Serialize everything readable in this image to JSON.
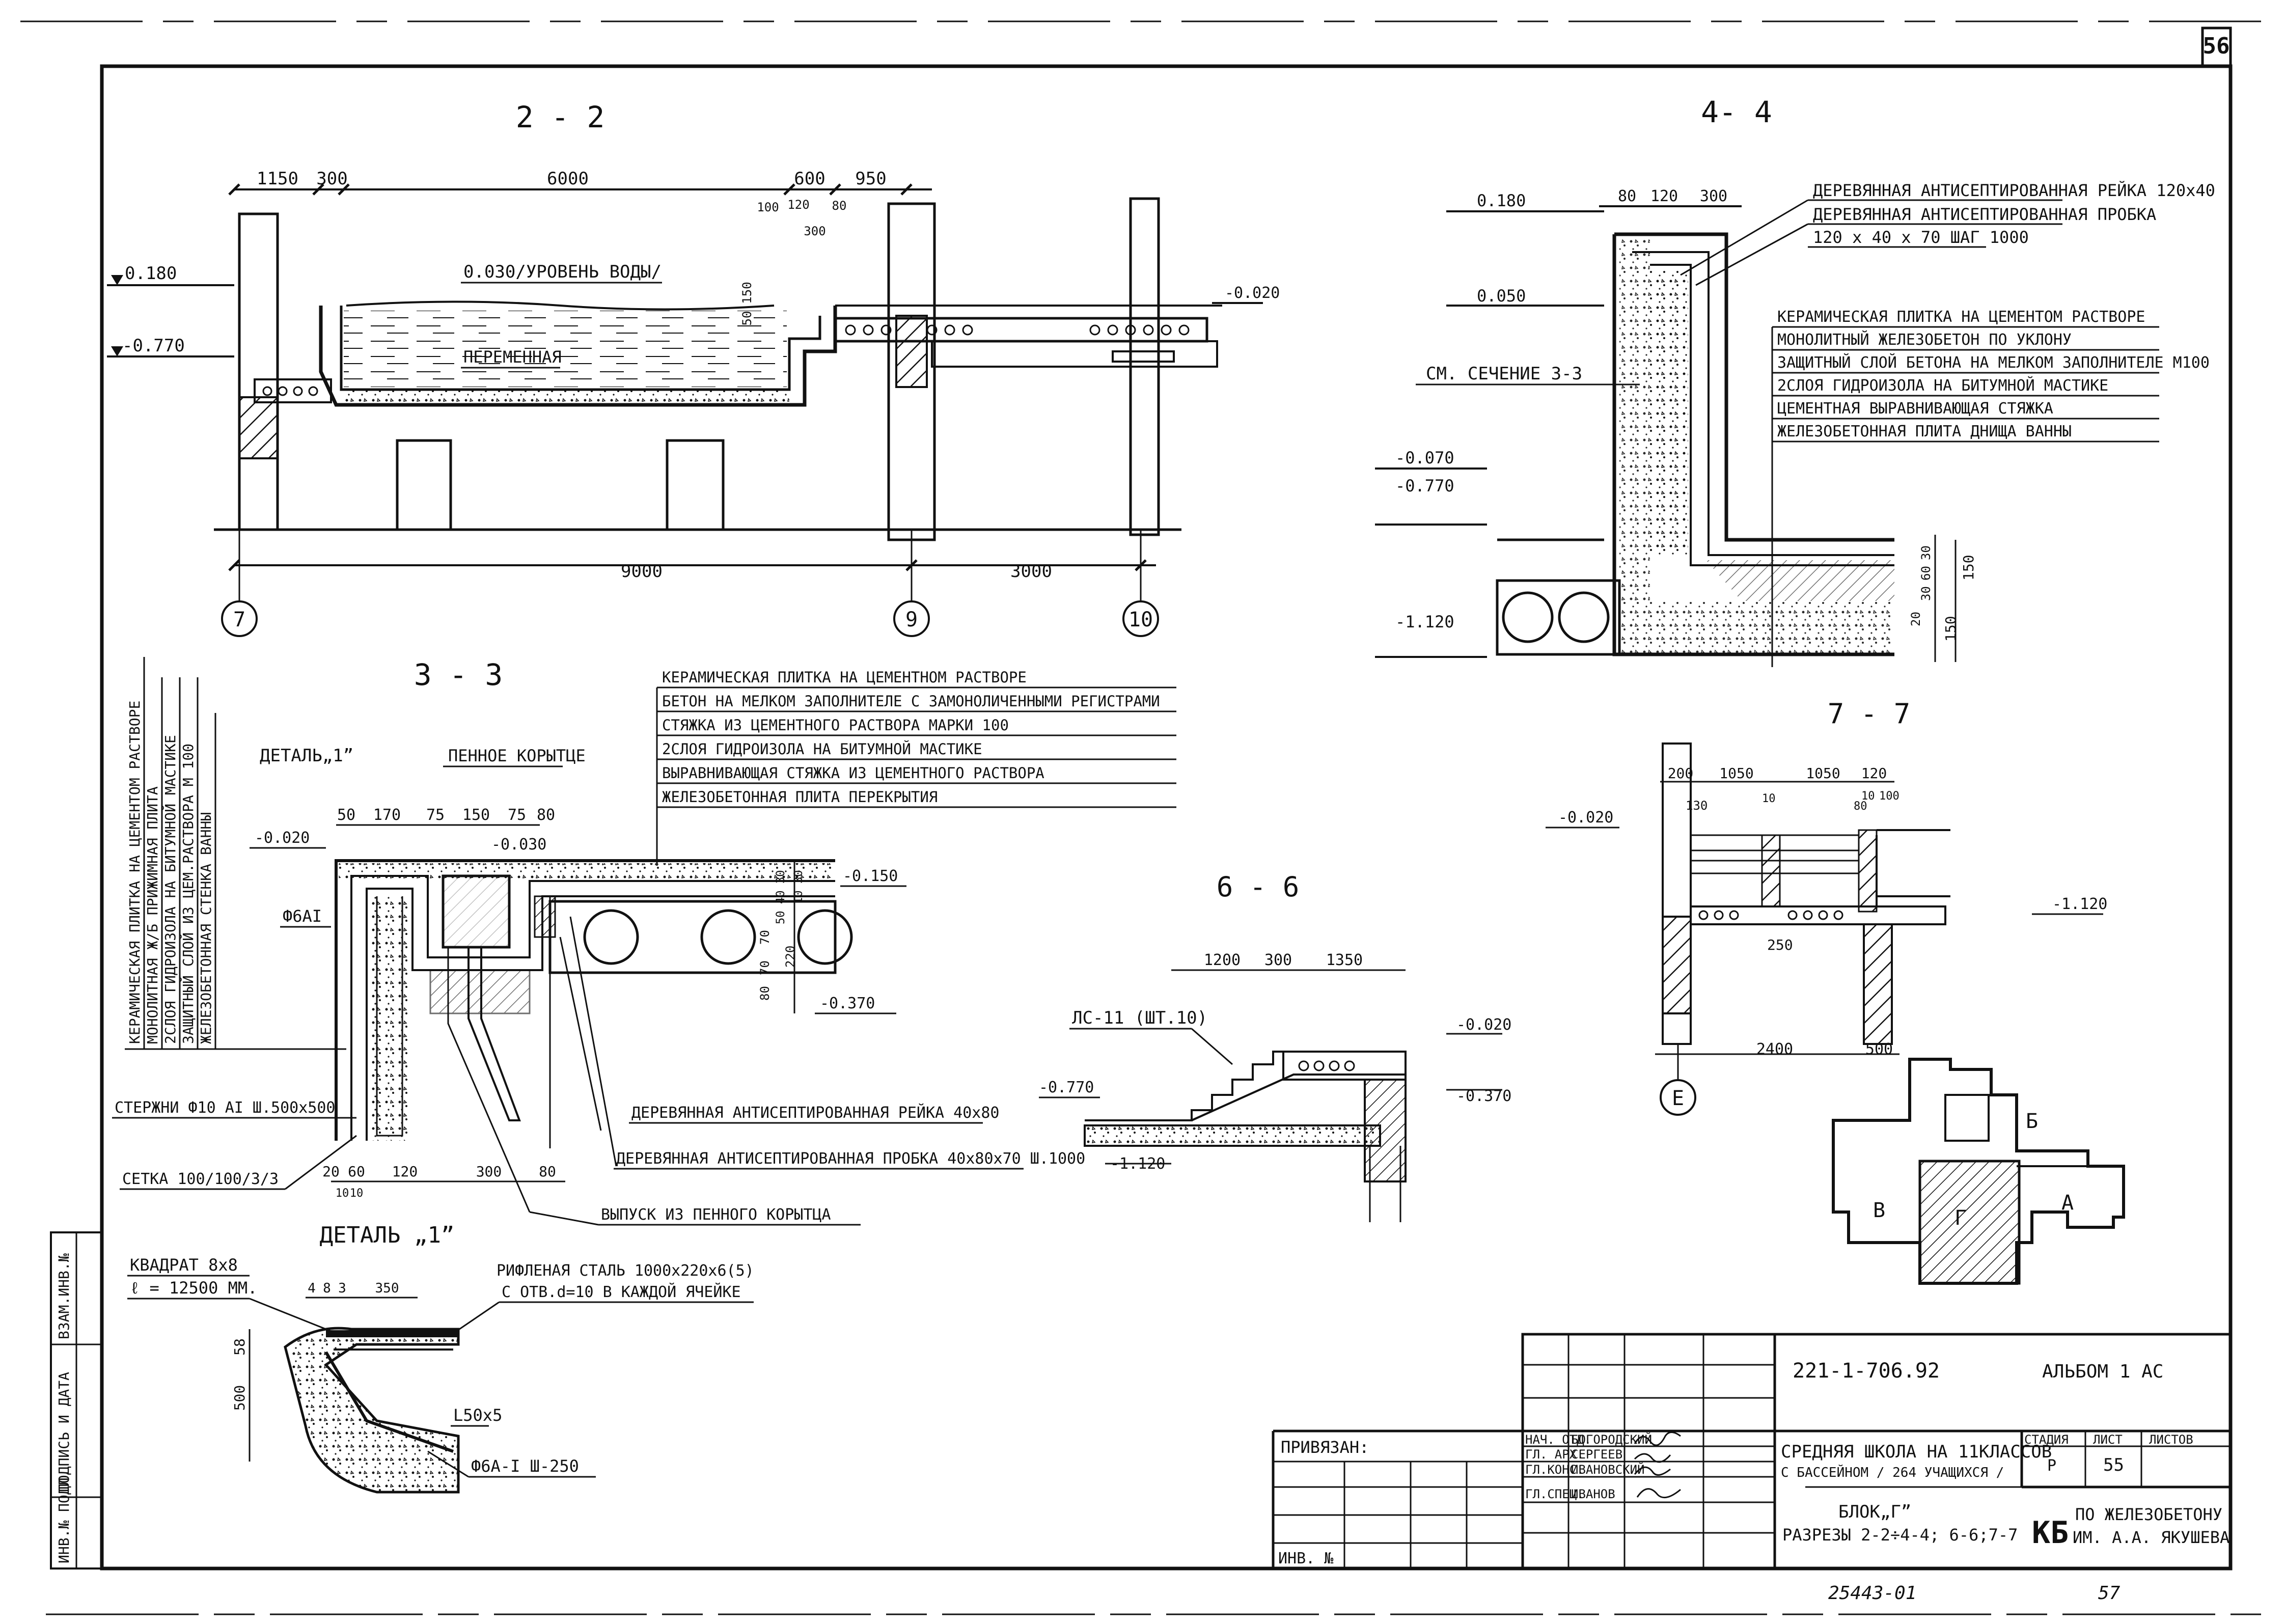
{
  "sheet_number": "56",
  "sections": {
    "s22": {
      "title": "2 - 2",
      "dims_top": [
        "1150",
        "300",
        "6000",
        "600",
        "950"
      ],
      "dims_small": [
        "100",
        "120",
        "80",
        "300",
        "150",
        "50"
      ],
      "levels": [
        "0.180",
        "-0.770",
        "-0.020"
      ],
      "water_level": "0.030/УРОВЕНЬ ВОДЫ/",
      "variable": "ПЕРЕМЕННАЯ",
      "dims_bottom": [
        "9000",
        "3000"
      ],
      "axes": [
        "7",
        "9",
        "10"
      ]
    },
    "s44": {
      "title": "4- 4",
      "dims_top": [
        "80",
        "120",
        "300"
      ],
      "levels": [
        "0.180",
        "0.050",
        "-0.070",
        "-0.770",
        "-1.120"
      ],
      "see_section": "СМ. СЕЧЕНИЕ 3-3",
      "callouts_top": [
        "ДЕРЕВЯННАЯ АНТИСЕПТИРОВАННАЯ РЕЙКА 120х40",
        "ДЕРЕВЯННАЯ АНТИСЕПТИРОВАННАЯ ПРОБКА",
        "120 х 40 х 70   ШАГ 1000"
      ],
      "layers": [
        "КЕРАМИЧЕСКАЯ ПЛИТКА НА ЦЕМЕНТОМ РАСТВОРЕ",
        "МОНОЛИТНЫЙ ЖЕЛЕЗОБЕТОН ПО УКЛОНУ",
        "ЗАЩИТНЫЙ СЛОЙ БЕТОНА НА МЕЛКОМ ЗАПОЛНИТЕЛЕ М100",
        "2СЛОЯ ГИДРОИЗОЛА НА БИТУМНОЙ МАСТИКЕ",
        "ЦЕМЕНТНАЯ ВЫРАВНИВАЮЩАЯ СТЯЖКА",
        "ЖЕЛЕЗОБЕТОННАЯ ПЛИТА ДНИЩА ВАННЫ"
      ],
      "dims_right": [
        "30",
        "60",
        "30",
        "150",
        "20",
        "150"
      ]
    },
    "s33": {
      "title": "3 - 3",
      "vertical_layers": [
        "КЕРАМИЧЕСКАЯ ПЛИТКА НА ЦЕМЕНТОМ РАСТВОРЕ",
        "МОНОЛИТНАЯ Ж/Б ПРИЖИМНАЯ ПЛИТА",
        "2СЛОЯ ГИДРОИЗОЛА НА БИТУМНОЙ МАСТИКЕ",
        "ЗАЩИТНЫЙ СЛОЙ ИЗ ЦЕМ.РАСТВОРА М 100",
        "ЖЕЛЕЗОБЕТОННАЯ СТЕНКА ВАННЫ"
      ],
      "layers": [
        "КЕРАМИЧЕСКАЯ ПЛИТКА НА ЦЕМЕНТНОМ РАСТВОРЕ",
        "БЕТОН НА МЕЛКОМ ЗАПОЛНИТЕЛЕ С ЗАМОНОЛИЧЕННЫМИ РЕГИСТРАМИ",
        "СТЯЖКА ИЗ ЦЕМЕНТНОГО РАСТВОРА МАРКИ 100",
        "2СЛОЯ ГИДРОИЗОЛА НА БИТУМНОЙ МАСТИКЕ",
        "ВЫРАВНИВАЮЩАЯ СТЯЖКА ИЗ ЦЕМЕНТНОГО РАСТВОРА",
        "ЖЕЛЕЗОБЕТОННАЯ ПЛИТА ПЕРЕКРЫТИЯ"
      ],
      "detail_ref": "ДЕТАЛЬ„1”",
      "foam_trough": "ПЕННОЕ КОРЫТЦЕ",
      "dims_top": [
        "50",
        "170",
        "75",
        "150",
        "75",
        "80"
      ],
      "levels": [
        "-0.020",
        "-0.030",
        "-0.150",
        "-0.370"
      ],
      "rebar": "Ф6АI",
      "dims_right": [
        "30",
        "40",
        "30",
        "10",
        "50",
        "70",
        "70",
        "80",
        "220"
      ],
      "rods": "СТЕРЖНИ Ф10 АI Ш.500х500",
      "mesh": "СЕТКА 100/100/3/3",
      "dims_bottom": [
        "20",
        "60",
        "120",
        "300",
        "80",
        "10",
        "10"
      ],
      "rail": "ДЕРЕВЯННАЯ АНТИСЕПТИРОВАННАЯ РЕЙКА 40х80",
      "plug": "ДЕРЕВЯННАЯ АНТИСЕПТИРОВАННАЯ ПРОБКА 40х80х70 Ш.1000",
      "outlet": "ВЫПУСК ИЗ ПЕННОГО КОРЫТЦА"
    },
    "s66": {
      "title": "6 - 6",
      "dims_top": [
        "1200",
        "300",
        "1350"
      ],
      "stair": "ЛС-11 (ШТ.10)",
      "levels": [
        "-0.770",
        "-1.120",
        "-0.020",
        "-0.370"
      ]
    },
    "s77": {
      "title": "7 - 7",
      "dims_top": [
        "200",
        "1050",
        "1050",
        "120"
      ],
      "dims_small": [
        "130",
        "10",
        "80",
        "10",
        "100"
      ],
      "levels": [
        "-0.020",
        "-1.120"
      ],
      "dim_250": "250",
      "dims_bottom": [
        "2400",
        "500"
      ],
      "axis": "Е"
    },
    "detail1": {
      "title": "ДЕТАЛЬ „1”",
      "square": "КВАДРАТ 8х8",
      "length": "ℓ = 12500 ММ.",
      "dims_top": [
        "4",
        "8",
        "3",
        "350"
      ],
      "steel": "РИФЛЕНАЯ СТАЛЬ 1000х220х6(5)",
      "holes": "С ОТВ.d=10 В КАЖДОЙ ЯЧЕЙКЕ",
      "dims_left": [
        "58",
        "500"
      ],
      "angle": "L50х5",
      "rebar": "Ф6А-I Ш-250"
    }
  },
  "key_plan": {
    "labels": [
      "А",
      "Б",
      "В",
      "Г"
    ]
  },
  "left_stamp": [
    "ИНВ.№ ПОДЛ.",
    "ПОДПИСЬ И ДАТА",
    "ВЗАМ.ИНВ.№"
  ],
  "title_block": {
    "privyazan": "ПРИВЯЗАН:",
    "inv": "ИНВ. №",
    "roles": [
      "НАЧ. ОТД.",
      "ГЛ. АРХ.",
      "ГЛ.КОНС.",
      "ГЛ.СПЕЦ."
    ],
    "names": [
      "БОГОРОДСКИЙ",
      "СЕРГЕЕВ",
      "ИВАНОВСКИЙ",
      "ИВАНОВ"
    ],
    "code": "221-1-706.92",
    "album": "АЛЬБОМ 1  АС",
    "project_line1": "СРЕДНЯЯ ШКОЛА НА 11КЛАССОВ",
    "project_line2": "С БАССЕЙНОМ / 264 УЧАЩИХСЯ /",
    "block": "БЛОК„Г”",
    "sheet_name": "РАЗРЕЗЫ 2-2÷4-4; 6-6;7-7",
    "stage_hdr": "СТАДИЯ",
    "sheet_hdr": "ЛИСТ",
    "sheets_hdr": "ЛИСТОВ",
    "stage": "Р",
    "sheet": "55",
    "org_logo": "КБ",
    "org_line1": "ПО ЖЕЛЕЗОБЕТОНУ",
    "org_line2": "ИМ. А.А. ЯКУШЕВА"
  },
  "footer_code": "25443-01",
  "footer_page": "57"
}
